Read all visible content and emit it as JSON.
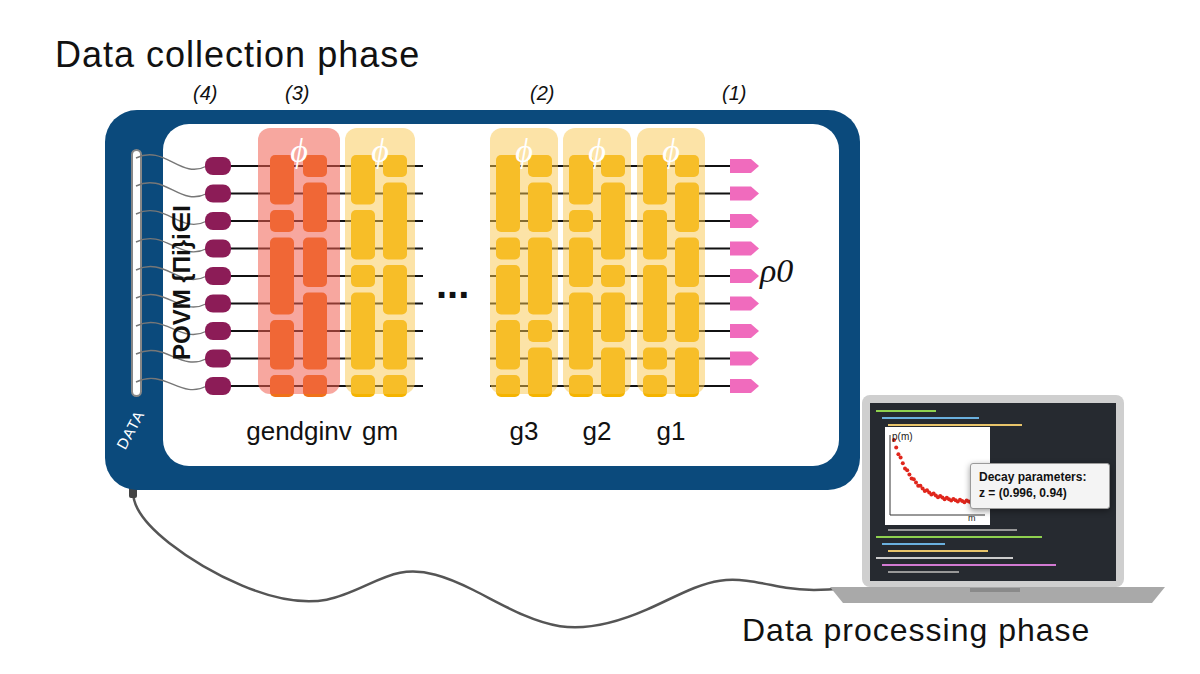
{
  "diagram": {
    "nodes": [
      {
        "text": [
          "DATA"
        ]
      },
      {
        "text": [
          "ϕ",
          "gendginv"
        ],
        "in": 0
      },
      {
        "text": [
          "ϕ",
          "gm"
        ],
        "in": 0
      },
      {
        "text": [
          "ϕ",
          "g3"
        ],
        "in": 0
      },
      {
        "text": [
          "ϕ",
          "g2"
        ],
        "in": 0
      },
      {
        "text": [
          "ϕ",
          "g1"
        ],
        "in": 0
      },
      {
        "text": [
          "p(m)",
          "m"
        ]
      },
      {
        "text": [
          "Decay parameters:",
          "z = (0.996, 0.94)"
        ],
        "in": 6
      }
    ],
    "edges": [
      {
        "from": 0,
        "to": 6,
        "arrow": "none"
      }
    ],
    "labels": [
      "Data collection phase",
      "(4)",
      "(3)",
      "(2)",
      "(1)",
      "POVM {Πi}i∈I",
      "ρ0",
      "...",
      "Data processing phase"
    ]
  }
}
